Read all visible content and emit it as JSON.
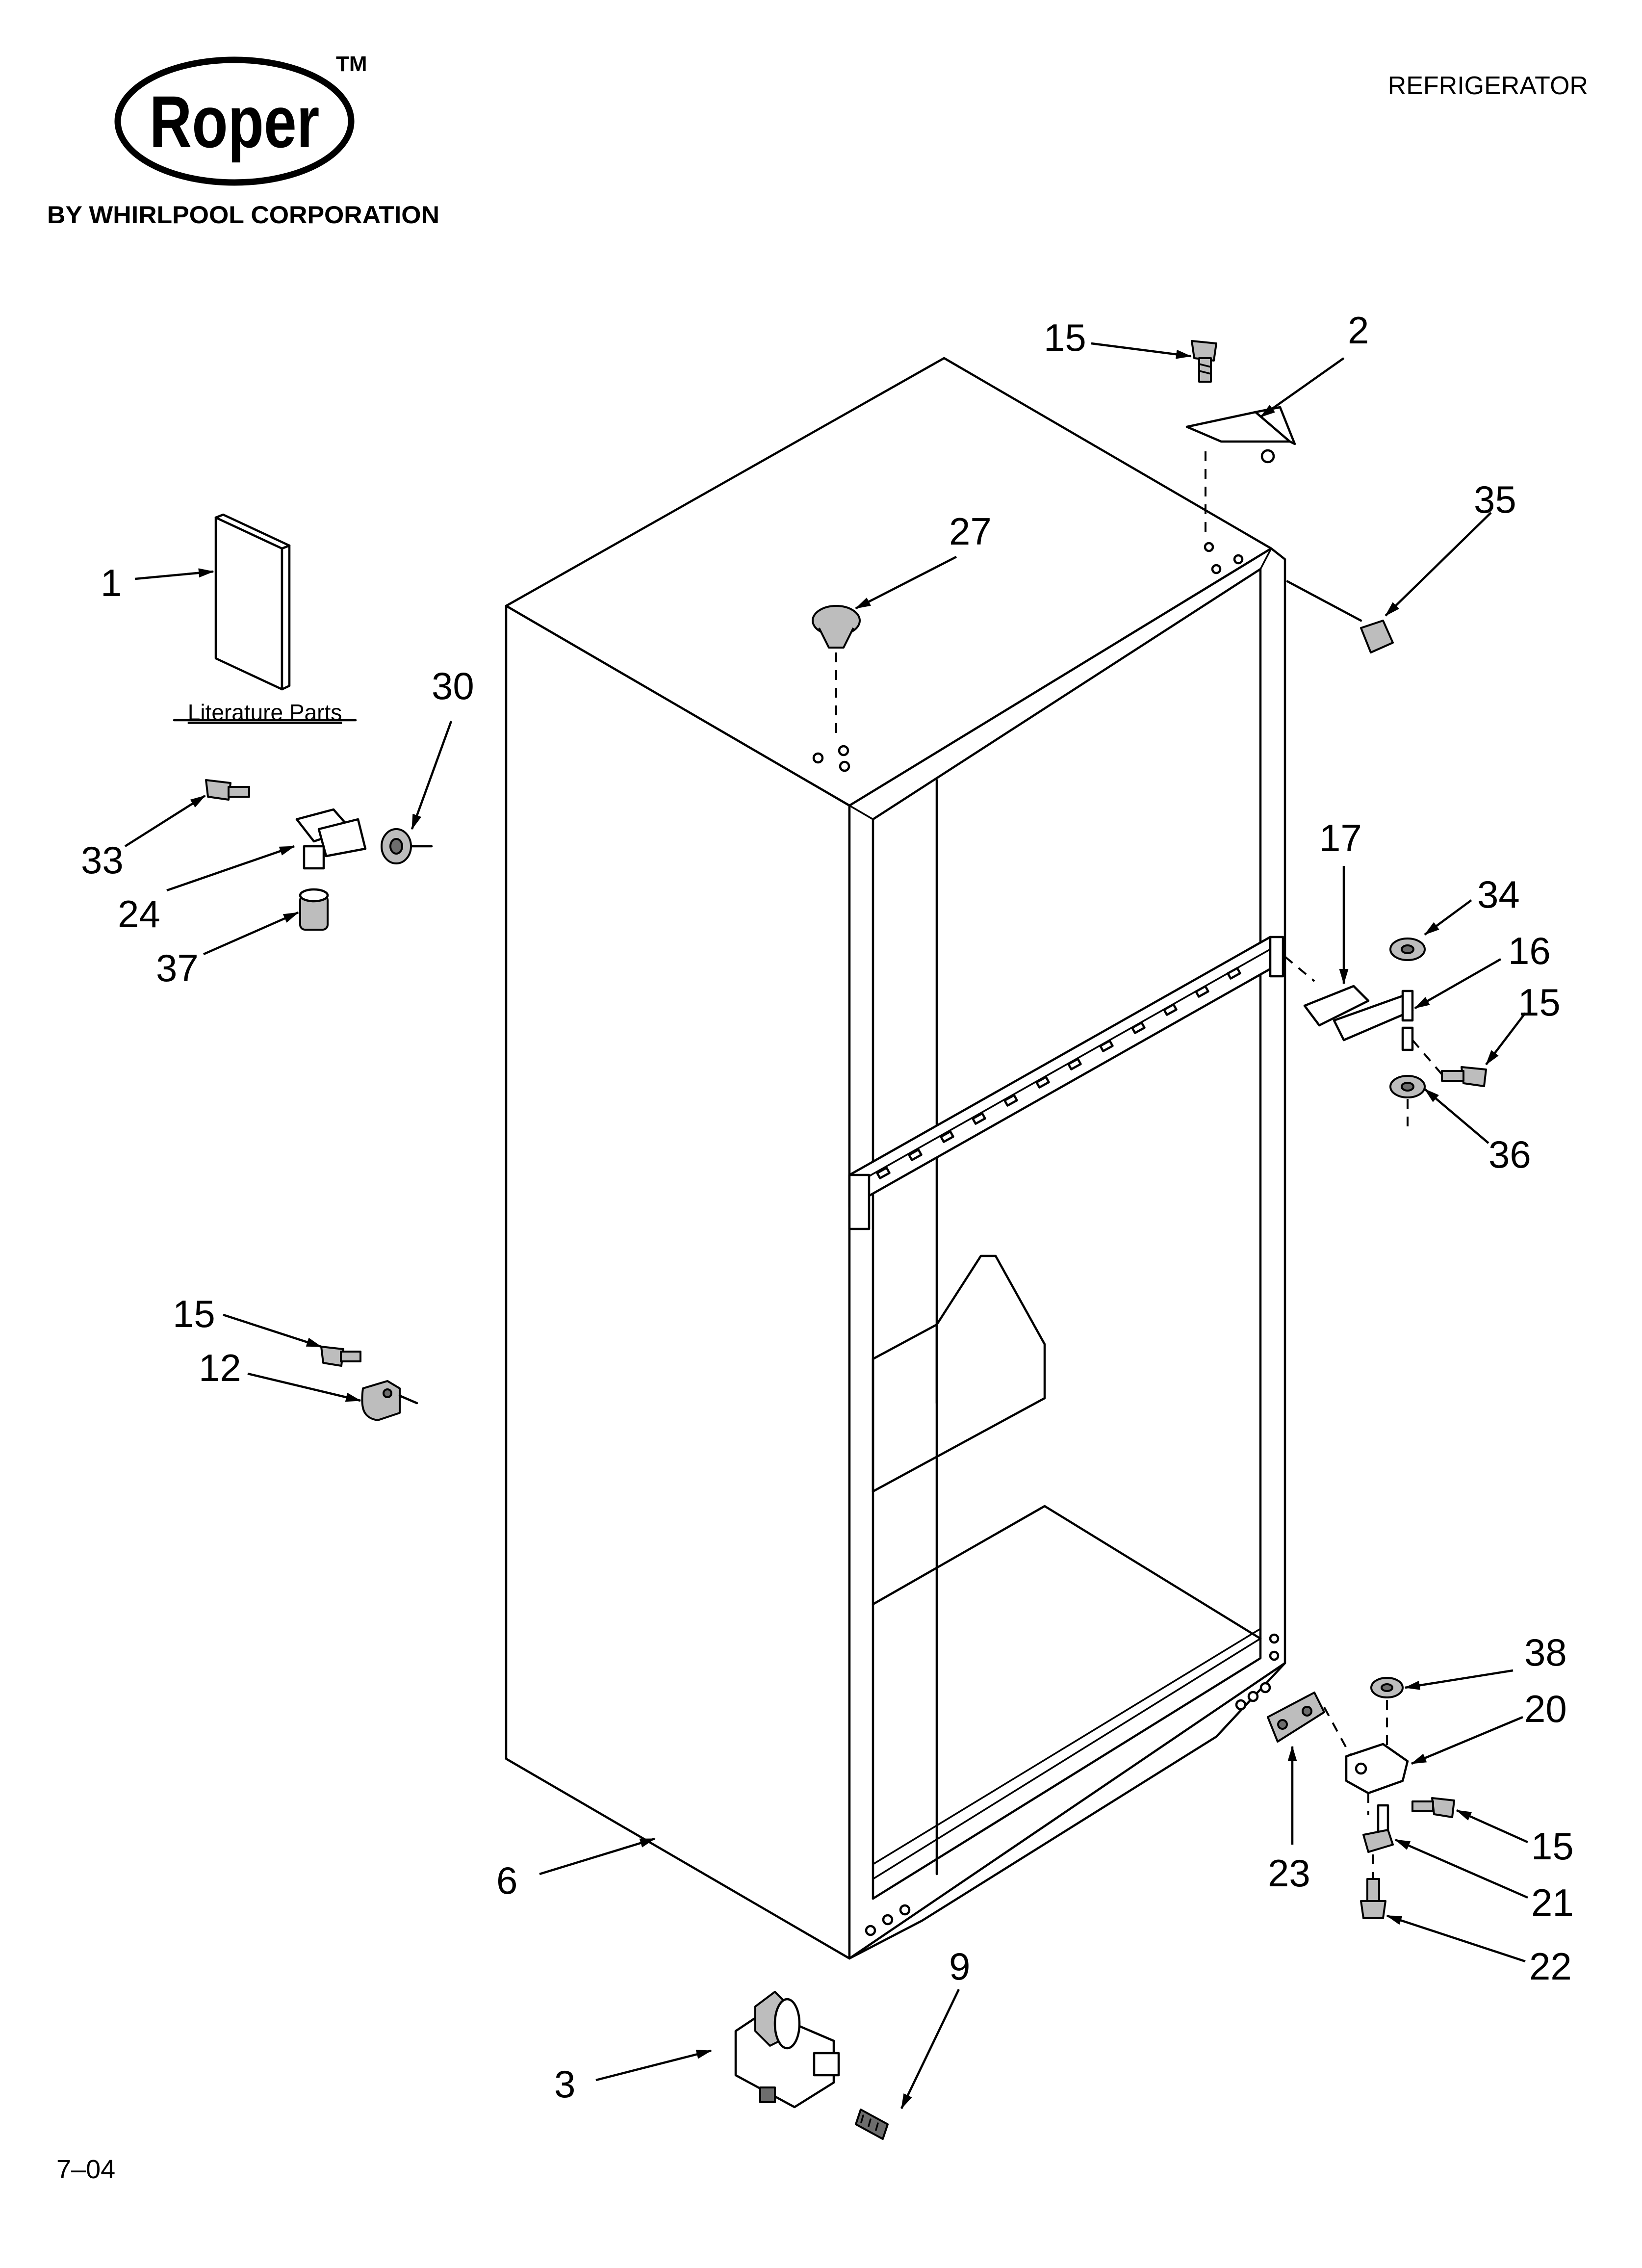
{
  "header": {
    "brand_name": "Roper",
    "trademark": "TM",
    "brand_subline": "BY WHIRLPOOL CORPORATION",
    "product_category": "REFRIGERATOR"
  },
  "footer": {
    "revision": "7–04"
  },
  "literature_label": "Literature Parts",
  "callouts": {
    "c1": "1",
    "c2": "2",
    "c3": "3",
    "c6": "6",
    "c9": "9",
    "c12": "12",
    "c15_top": "15",
    "c15_left": "15",
    "c15_mid": "15",
    "c15_bottom": "15",
    "c16": "16",
    "c17": "17",
    "c20": "20",
    "c21": "21",
    "c22": "22",
    "c23": "23",
    "c24": "24",
    "c27": "27",
    "c30": "30",
    "c33": "33",
    "c34": "34",
    "c35": "35",
    "c36": "36",
    "c37": "37",
    "c38": "38"
  }
}
